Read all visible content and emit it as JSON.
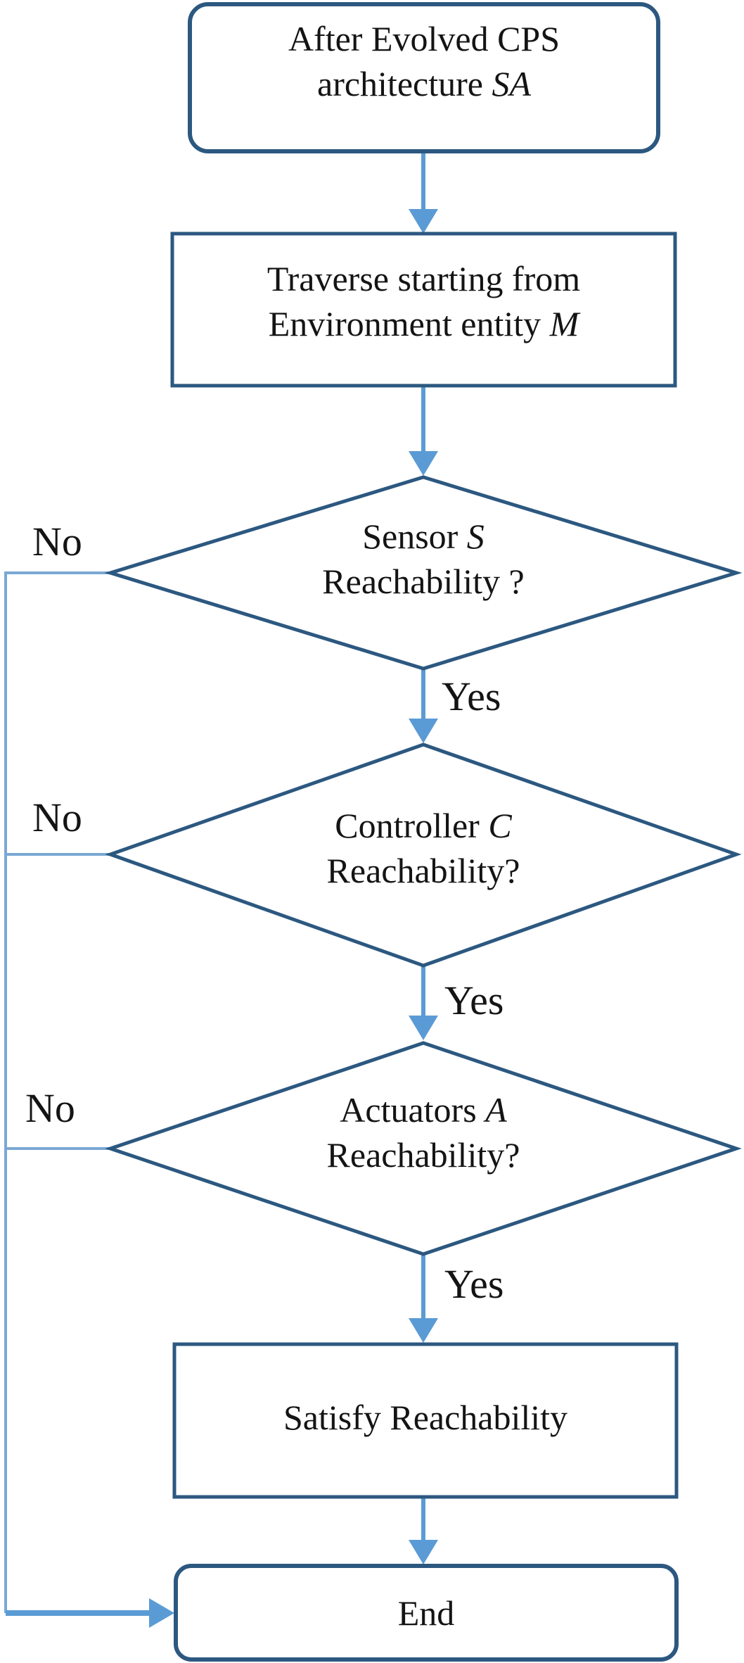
{
  "figure": {
    "type": "flowchart",
    "description": "Reachability check flow for an evolved CPS architecture"
  },
  "colors": {
    "shapeBorder": "#2c5880",
    "arrow": "#5b9bd5",
    "connector": "#7ba8d4",
    "text": "#141414",
    "shapeFill": "#ffffff"
  },
  "nodes": {
    "start": {
      "line1": "After Evolved CPS",
      "line2_text": "architecture ",
      "line2_italic": "SA"
    },
    "traverse": {
      "line1": "Traverse starting from",
      "line2_text": "Environment entity ",
      "line2_italic": "M"
    },
    "sensor": {
      "line1_text": "Sensor ",
      "line1_italic": "S",
      "line2": "Reachability ?"
    },
    "controller": {
      "line1_text": "Controller ",
      "line1_italic": "C",
      "line2": "Reachability?"
    },
    "actuators": {
      "line1_text": "Actuators ",
      "line1_italic": "A",
      "line2": "Reachability?"
    },
    "satisfy": {
      "label": "Satisfy Reachability"
    },
    "end": {
      "label": "End"
    }
  },
  "edge_labels": {
    "yes1": "Yes",
    "yes2": "Yes",
    "yes3": "Yes",
    "no1": "No",
    "no2": "No",
    "no3": "No"
  }
}
